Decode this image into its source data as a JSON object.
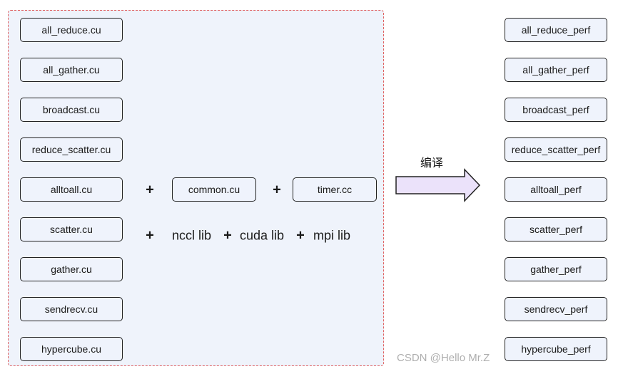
{
  "sources": [
    "all_reduce.cu",
    "all_gather.cu",
    "broadcast.cu",
    "reduce_scatter.cu",
    "alltoall.cu",
    "scatter.cu",
    "gather.cu",
    "sendrecv.cu",
    "hypercube.cu"
  ],
  "common": [
    "common.cu",
    "timer.cc"
  ],
  "plus": "+",
  "libs": [
    "nccl lib",
    "cuda lib",
    "mpi lib"
  ],
  "arrow_label": "编译",
  "outputs": [
    "all_reduce_perf",
    "all_gather_perf",
    "broadcast_perf",
    "reduce_scatter_perf",
    "alltoall_perf",
    "scatter_perf",
    "gather_perf",
    "sendrecv_perf",
    "hypercube_perf"
  ],
  "watermark": "CSDN @Hello Mr.Z",
  "colors": {
    "group_border": "#e06060",
    "group_fill": "#eff3fb",
    "arrow_fill": "#ebe2fa"
  }
}
